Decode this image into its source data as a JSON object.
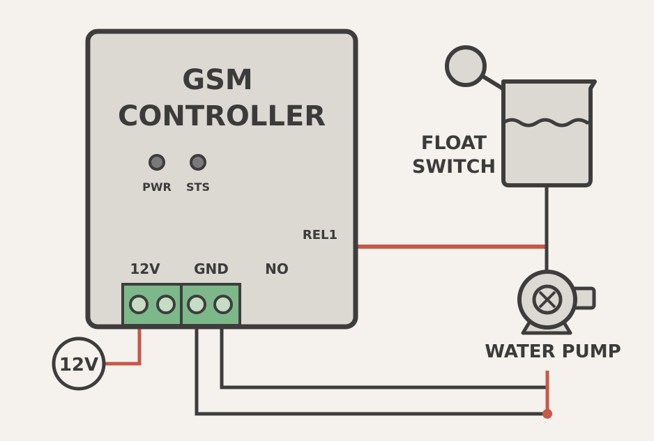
{
  "controller": {
    "title_line1": "GSM",
    "title_line2": "CONTROLLER",
    "leds": [
      {
        "label": "PWR"
      },
      {
        "label": "STS"
      }
    ],
    "relay_label": "REL1",
    "terminals": {
      "label_12v": "12V",
      "label_gnd": "GND",
      "label_no": "NO"
    }
  },
  "power_source": {
    "label": "12V"
  },
  "float_switch": {
    "label_line1": "FLOAT",
    "label_line2": "SWITCH"
  },
  "pump": {
    "label": "WATER PUMP"
  },
  "colors": {
    "background": "#f5f2ed",
    "device_fill": "#dcd8d2",
    "outline": "#3d3d3d",
    "terminal_green": "#7db88a",
    "terminal_hole": "#c6dcc4",
    "wire_red": "#c9574a",
    "wire_dark": "#3d3d3d"
  }
}
